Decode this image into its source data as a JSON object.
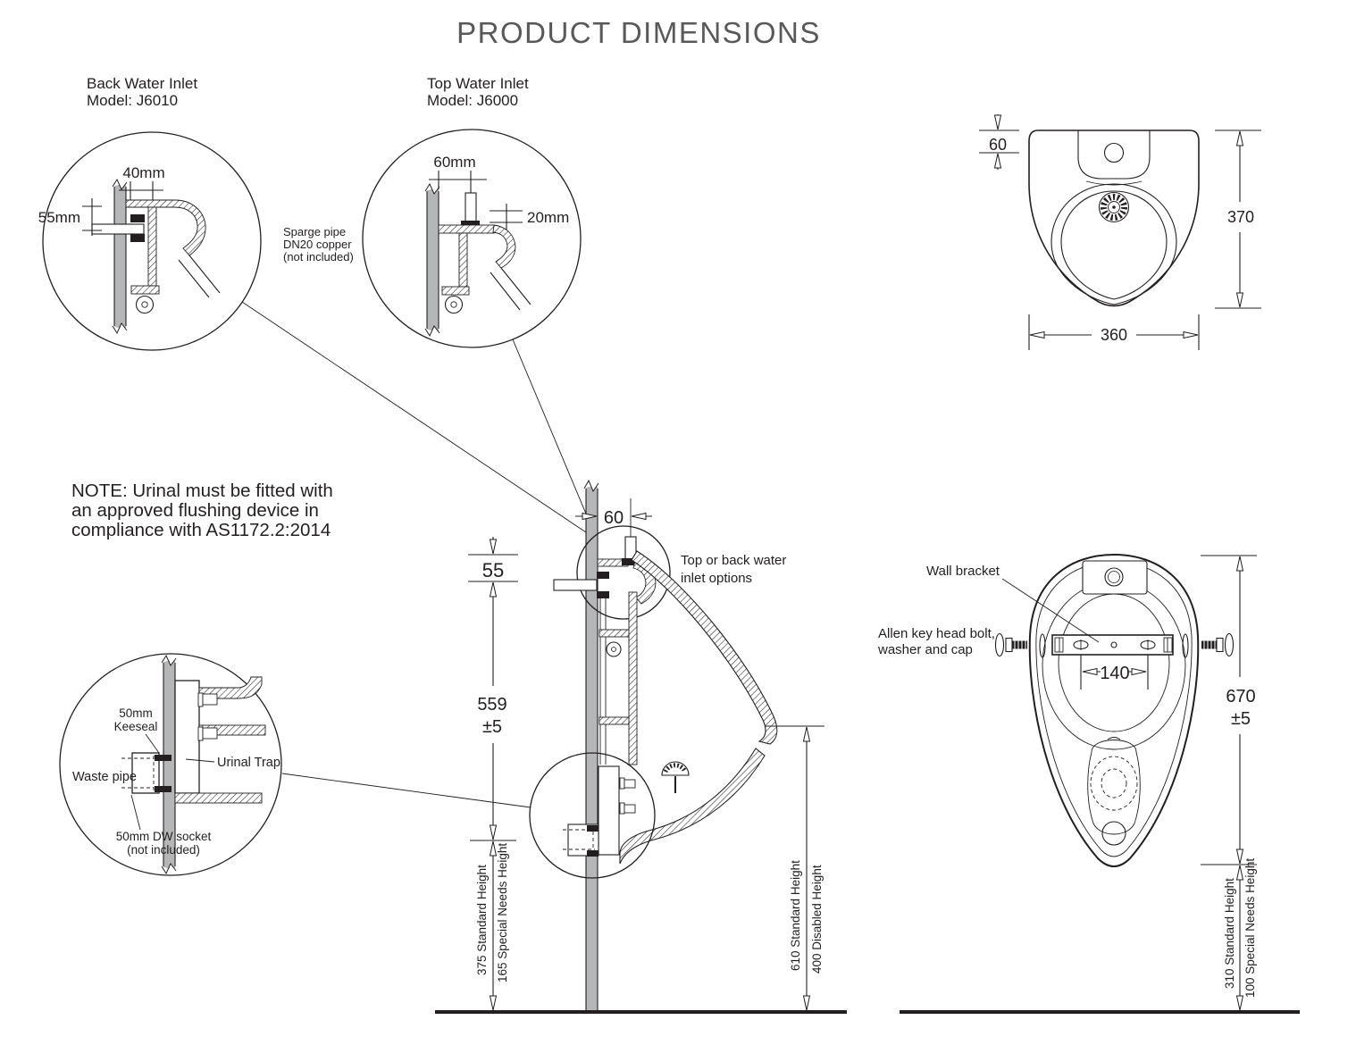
{
  "title": "PRODUCT DIMENSIONS",
  "back_inlet": {
    "heading1": "Back Water Inlet",
    "heading2": "Model: J6010",
    "dim_width": "40mm",
    "dim_height": "55mm"
  },
  "top_inlet": {
    "heading1": "Top Water Inlet",
    "heading2": "Model: J6000",
    "dim_width": "60mm",
    "dim_height": "20mm"
  },
  "sparge": {
    "line1": "Sparge pipe",
    "line2": "DN20 copper",
    "line3": "(not included)"
  },
  "front_view": {
    "dim_top": "60",
    "dim_height": "370",
    "dim_width": "360"
  },
  "note": {
    "line1": "NOTE: Urinal must be fitted with",
    "line2": "an approved flushing device in",
    "line3": "compliance with AS1172.2:2014"
  },
  "side_view": {
    "dim_wall_offset": "60",
    "dim_top_gap": "55",
    "dim_mount": "559",
    "dim_mount_tol": "±5",
    "inlet_label1": "Top or back water",
    "inlet_label2": "inlet options",
    "h_left1": "375 Standard Height",
    "h_left2": "165 Special Needs Height",
    "h_right1": "610 Standard Height",
    "h_right2": "400 Disabled Height"
  },
  "waste_detail": {
    "keeseal1": "50mm",
    "keeseal2": "Keeseal",
    "waste_pipe": "Waste pipe",
    "urinal_trap": "Urinal Trap",
    "socket1": "50mm DW socket",
    "socket2": "(not included)"
  },
  "top_view": {
    "wall_bracket": "Wall bracket",
    "allen1": "Allen key head bolt,",
    "allen2": "washer and cap",
    "dim_bracket": "140",
    "dim_height": "670",
    "dim_height_tol": "±5",
    "h_right1": "310 Standard Height",
    "h_right2": "100 Special Needs Height"
  },
  "colors": {
    "line": "#231f20",
    "title_text": "#58595b",
    "wall_fill": "#b4b6b8"
  }
}
